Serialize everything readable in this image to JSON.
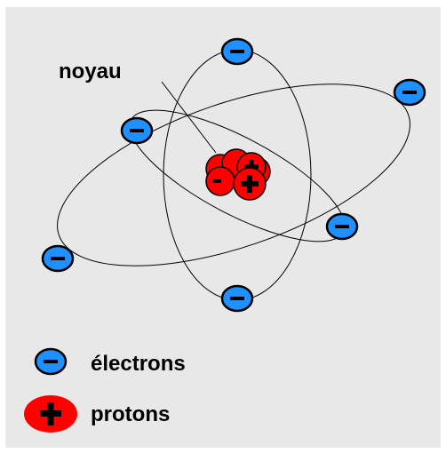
{
  "diagram": {
    "nucleus_label": "noyau",
    "legend": {
      "electrons_label": "électrons",
      "protons_label": "protons"
    },
    "electron_count": 6,
    "proton_count": 5
  },
  "colors": {
    "background": "#e8e8e8",
    "electron_fill": "#1e90ff",
    "electron_stroke": "#000000",
    "proton_fill": "#ff0000",
    "orbit_stroke": "#000000",
    "symbol": "#000000"
  }
}
